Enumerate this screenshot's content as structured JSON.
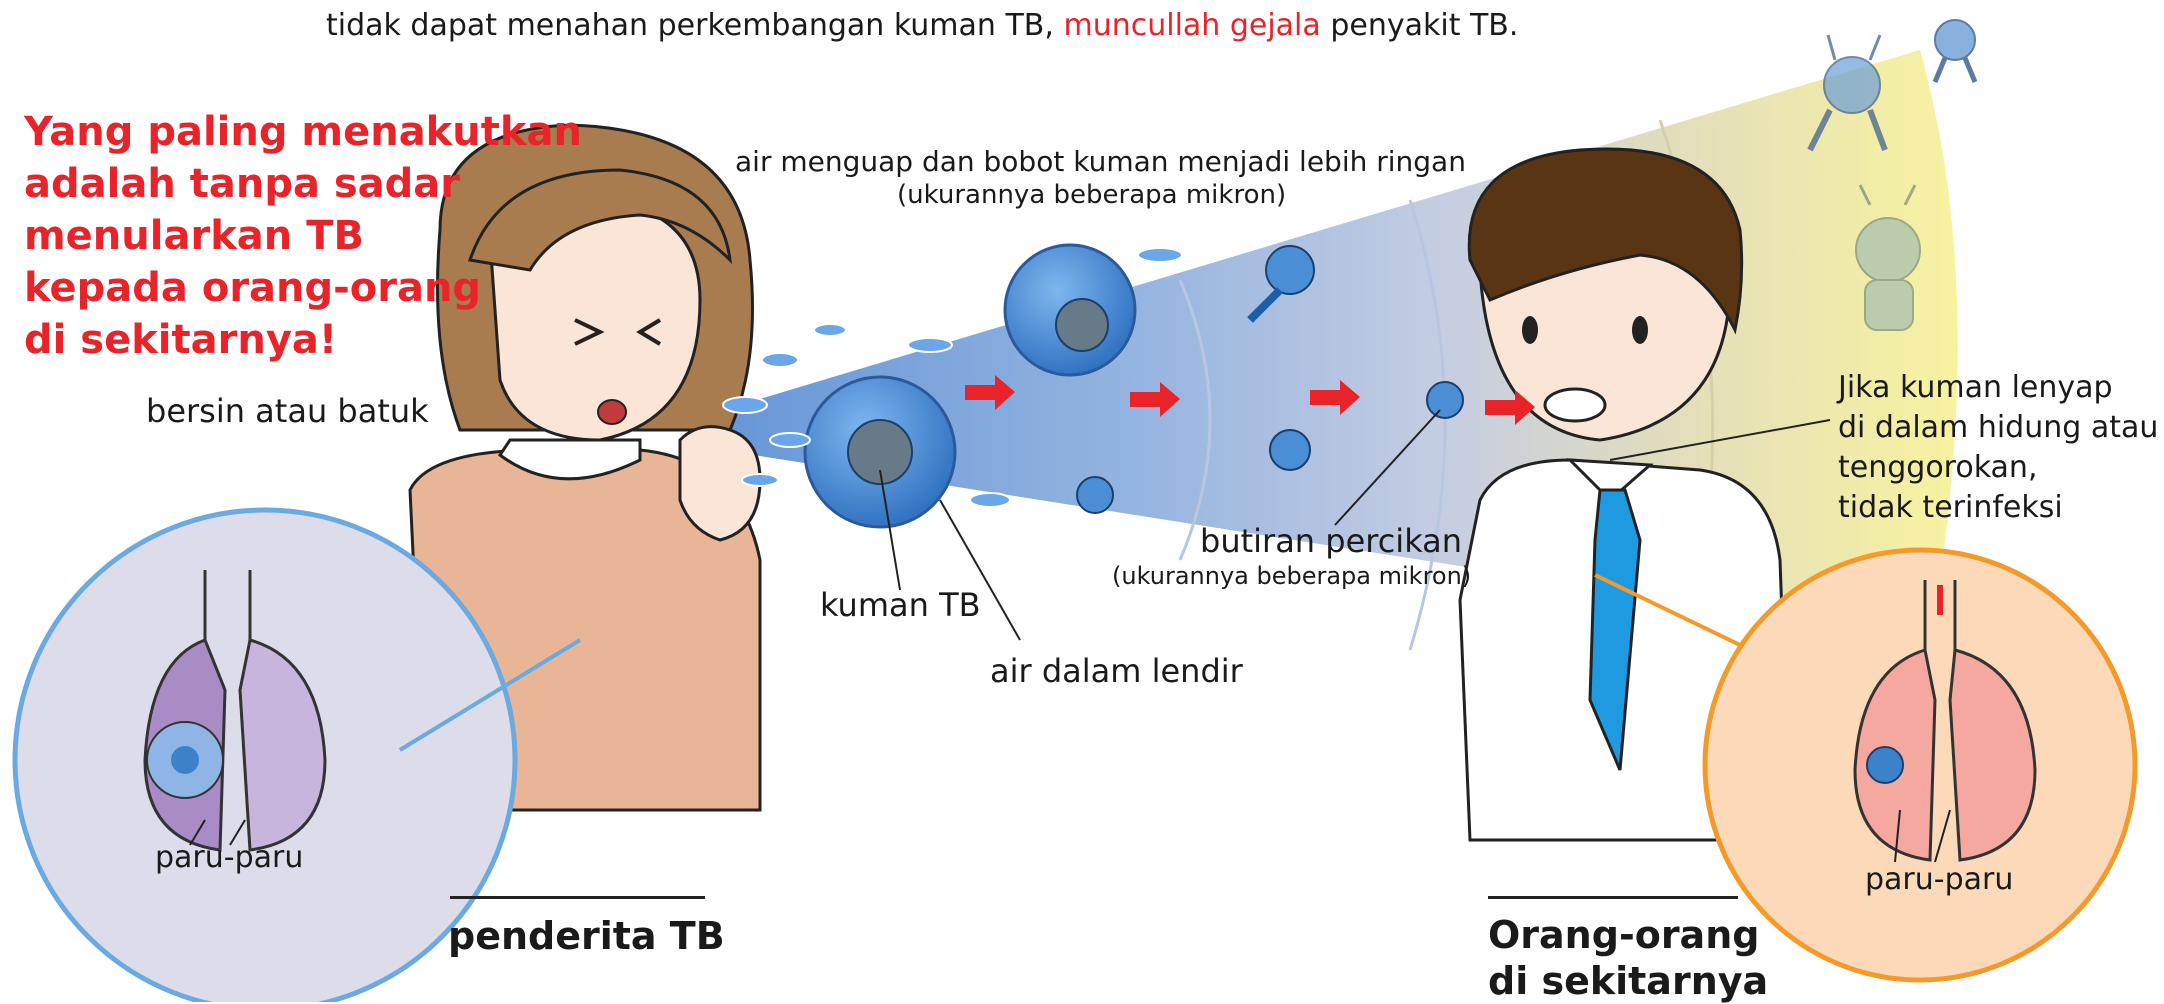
{
  "top_caption": {
    "part1": "tidak dapat menahan perkembangan kuman TB,",
    "highlight": "muncullah gejala",
    "part2": "penyakit TB."
  },
  "warning": {
    "lines": [
      "Yang paling menakutkan",
      "adalah tanpa sadar",
      "menularkan TB",
      "kepada orang-orang",
      "di sekitarnya!"
    ]
  },
  "labels": {
    "sneeze": "bersin atau batuk",
    "evaporate_line1": "air menguap dan bobot kuman menjadi lebih ringan",
    "evaporate_line2": "(ukurannya beberapa mikron)",
    "germ": "kuman TB",
    "mucus_water": "air dalam lendir",
    "droplet": "butiran percikan",
    "droplet_size": "(ukurannya beberapa mikron)",
    "no_infection": [
      "Jika kuman lenyap",
      "di dalam hidung atau",
      "tenggorokan,",
      "tidak terinfeksi"
    ],
    "lungs_left": "paru-paru",
    "lungs_right": "paru-paru"
  },
  "titles": {
    "patient": "penderita TB",
    "people": [
      "Orang-orang",
      "di sekitarnya"
    ]
  },
  "colors": {
    "accent_red": "#e8242a",
    "cone_blue": "#6f9fd8",
    "cone_yellow": "#f3ef9c",
    "germ_blue": "#3b82c9",
    "left_circle_fill": "#dcdcea",
    "left_circle_stroke": "#6aaae0",
    "right_circle_fill": "#fcd9b8",
    "right_circle_stroke": "#f39a2a",
    "patient_shirt": "#e8b596",
    "hair_brown": "#a97c50",
    "man_hair": "#5a3514",
    "tie_blue": "#1e9be0"
  }
}
